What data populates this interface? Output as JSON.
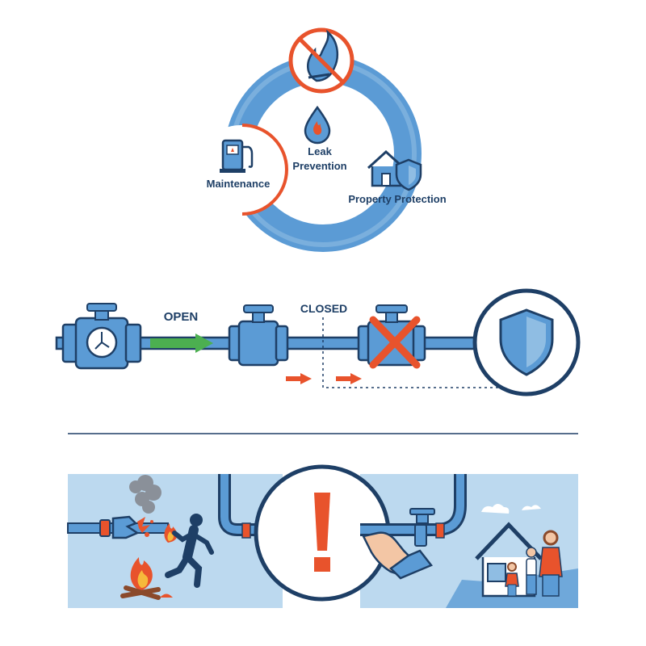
{
  "cycle": {
    "center_label_line1": "Leak",
    "center_label_line2": "Prevention",
    "left_label": "Maintenance",
    "right_label": "Property Protection",
    "icons": {
      "top": "no-fire-icon",
      "center": "flame-droplet-icon",
      "left": "gas-pump-icon",
      "right": "house-shield-icon"
    }
  },
  "valve_flow": {
    "open_label": "OPEN",
    "closed_label": "CLOSED",
    "icons": [
      "gauge-valve-icon",
      "valve-icon",
      "crossed-valve-icon",
      "shield-icon"
    ]
  },
  "scenario": {
    "icons": [
      "broken-pipe-icon",
      "smoke-icon",
      "fire-icon",
      "running-person-icon",
      "warning-exclamation-icon",
      "hand-valve-icon",
      "family-house-icon"
    ]
  },
  "colors": {
    "primary_blue": "#5b9bd5",
    "dark_blue": "#1e3f66",
    "accent_red": "#e8532c",
    "green": "#4caf50",
    "panel_bg": "#bcd9ef"
  }
}
